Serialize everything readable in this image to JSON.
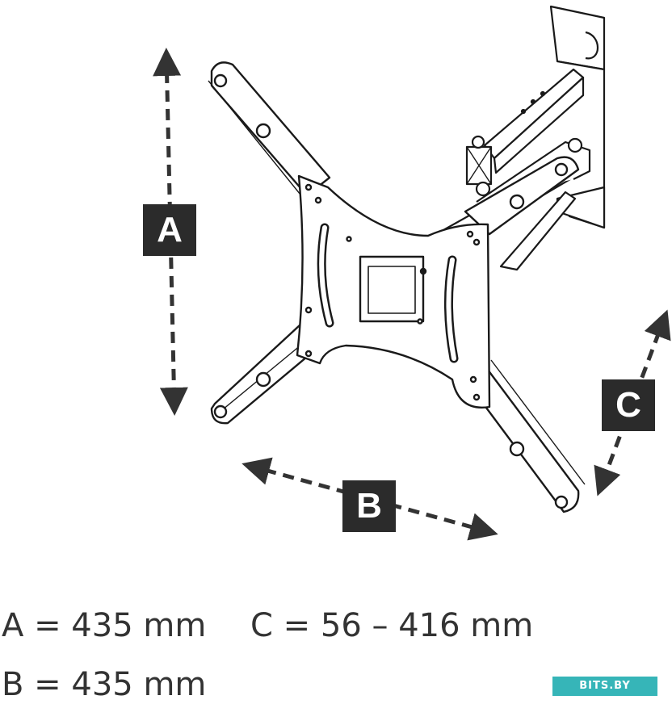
{
  "diagram": {
    "dimension_labels": {
      "a": "A",
      "b": "B",
      "c": "C"
    },
    "measurements": {
      "a": "A = 435 mm",
      "b": "B = 435 mm",
      "c": "C = 56 – 416 mm"
    },
    "watermark": "BITS.BY",
    "colors": {
      "line": "#1a1a1a",
      "label_bg": "#2b2b2b",
      "watermark_bg": "#36b5b8"
    }
  }
}
